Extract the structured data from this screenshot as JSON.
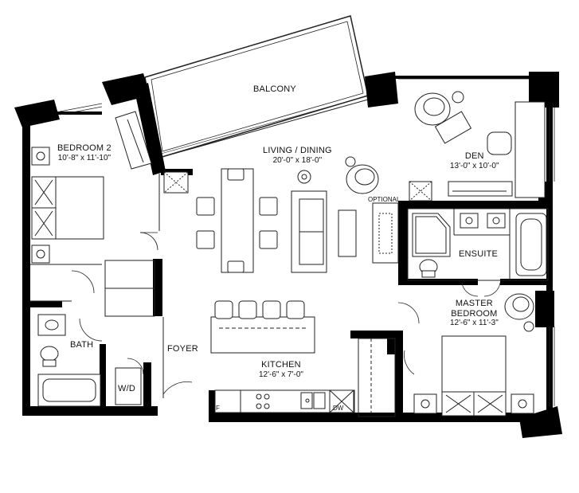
{
  "rooms": {
    "balcony": {
      "name": "BALCONY"
    },
    "living": {
      "name": "LIVING / DINING",
      "dims": "20'-0\" x 18'-0\""
    },
    "den": {
      "name": "DEN",
      "dims": "13'-0\" x 10'-0\""
    },
    "bedroom2": {
      "name": "BEDROOM 2",
      "dims": "10'-8\" x 11'-10\""
    },
    "ensuite": {
      "name": "ENSUITE"
    },
    "master": {
      "name": "MASTER BEDROOM",
      "line1": "MASTER",
      "line2": "BEDROOM",
      "dims": "12'-6\" x 11'-3\""
    },
    "bath": {
      "name": "BATH"
    },
    "foyer": {
      "name": "FOYER"
    },
    "kitchen": {
      "name": "KITCHEN",
      "dims": "12'-6\" x 7'-0\""
    },
    "wd": {
      "name": "W/D"
    }
  },
  "annotations": {
    "optional": "OPTIONAL",
    "fridge": "F",
    "dishwasher": "DW"
  },
  "colors": {
    "wall": "#000000",
    "line": "#222222",
    "background": "#ffffff"
  }
}
